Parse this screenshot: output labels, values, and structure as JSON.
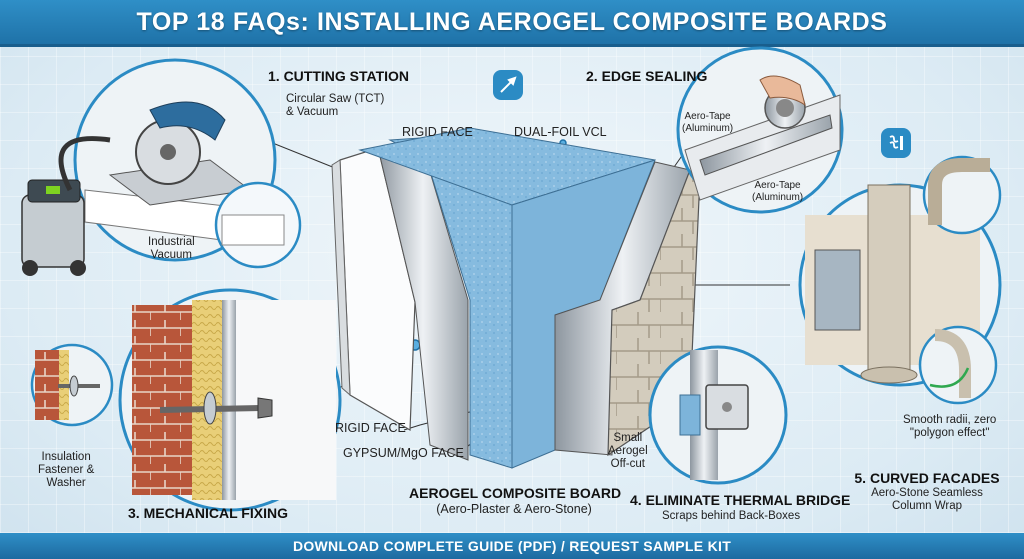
{
  "title": "TOP 18 FAQs: INSTALLING AEROGEL COMPOSITE BOARDS",
  "footer": "DOWNLOAD COMPLETE GUIDE (PDF) / REQUEST SAMPLE KIT",
  "colors": {
    "accent": "#2b8bc4",
    "banner": "#1f72a8",
    "aerogel": "#7fb6dc",
    "foil": "#c9ced4"
  },
  "center": {
    "rigid_face_top": "RIGID FACE",
    "dual_foil": "DUAL-FOIL VCL",
    "rigid_face_left": "RIGID FACE",
    "gypsum": "GYPSUM/MgO FACE",
    "board_title": "AEROGEL COMPOSITE BOARD",
    "board_subtitle": "(Aero-Plaster & Aero-Stone)"
  },
  "cutting": {
    "heading": "1. CUTTING STATION",
    "subtitle": "Circular Saw (TCT)\n& Vacuum",
    "vacuum_label": "Industrial\nVacuum"
  },
  "edge": {
    "heading": "2. EDGE SEALING",
    "tape_label_1": "Aero-Tape\n(Aluminum)",
    "tape_label_2": "Aero-Tape\n(Aluminum)"
  },
  "fixing": {
    "heading": "3. MECHANICAL FIXING",
    "fastener_label": "Insulation\nFastener &\nWasher"
  },
  "thermal": {
    "heading": "4. ELIMINATE THERMAL BRIDGE",
    "subtitle": "Scraps behind Back-Boxes",
    "offcut_label": "Small\nAerogel\nOff-cut"
  },
  "curved": {
    "heading": "5. CURVED FACADES",
    "subtitle": "Aero-Stone Seamless\nColumn Wrap",
    "radii_label": "Smooth radii, zero\n\"polygon effect\""
  },
  "icons": [
    "cutter-icon",
    "heat-waves-icon"
  ]
}
